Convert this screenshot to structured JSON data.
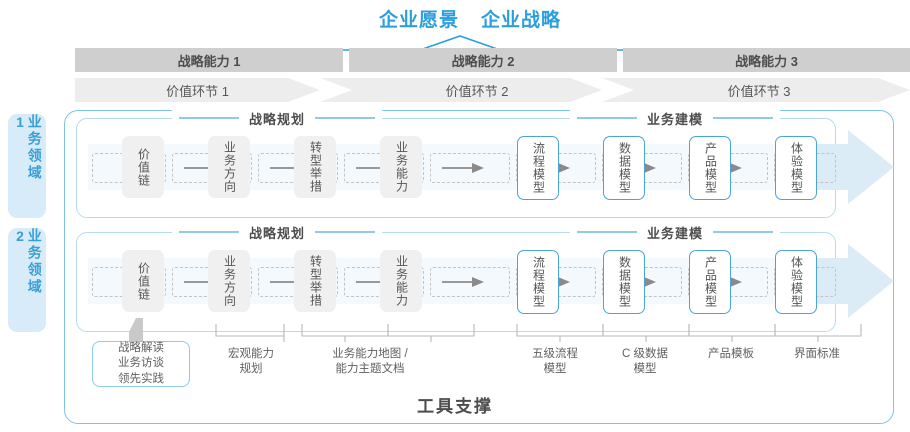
{
  "header": {
    "titles": [
      "企业愿景",
      "企业战略"
    ],
    "accent_color": "#2b9ede"
  },
  "capability_row": {
    "items": [
      {
        "label": "战略能力 1"
      },
      {
        "label": "战略能力 2"
      },
      {
        "label": "战略能力 3"
      }
    ]
  },
  "value_chain_row": {
    "items": [
      {
        "label": "价值环节 1"
      },
      {
        "label": "价值环节 2"
      },
      {
        "label": "价值环节 3"
      }
    ]
  },
  "sidebar": {
    "items": [
      {
        "label": "业务领域 1"
      },
      {
        "label": "业务领域 2"
      }
    ]
  },
  "rows": [
    {
      "sections": [
        {
          "title": "战略规划",
          "boxes": [
            "价值链",
            "业务方向",
            "转型举措",
            "业务能力"
          ]
        },
        {
          "title": "业务建模",
          "boxes": [
            "流程模型",
            "数据模型",
            "产品模型",
            "体验模型"
          ]
        }
      ]
    },
    {
      "sections": [
        {
          "title": "战略规划",
          "boxes": [
            "价值链",
            "业务方向",
            "转型举措",
            "业务能力"
          ]
        },
        {
          "title": "业务建模",
          "boxes": [
            "流程模型",
            "数据模型",
            "产品模型",
            "体验模型"
          ]
        }
      ]
    }
  ],
  "tool_labels": [
    {
      "text": "战略解读\n业务访谈\n领先实践",
      "boxed": true
    },
    {
      "text": "宏观能力\n规划",
      "boxed": false
    },
    {
      "text": "业务能力地图 /\n能力主题文档",
      "boxed": false
    },
    {
      "text": "五级流程\n模型",
      "boxed": false
    },
    {
      "text": "C 级数据\n模型",
      "boxed": false
    },
    {
      "text": "产品模板",
      "boxed": false
    },
    {
      "text": "界面标准",
      "boxed": false
    }
  ],
  "footer": {
    "label": "工具支撑"
  }
}
